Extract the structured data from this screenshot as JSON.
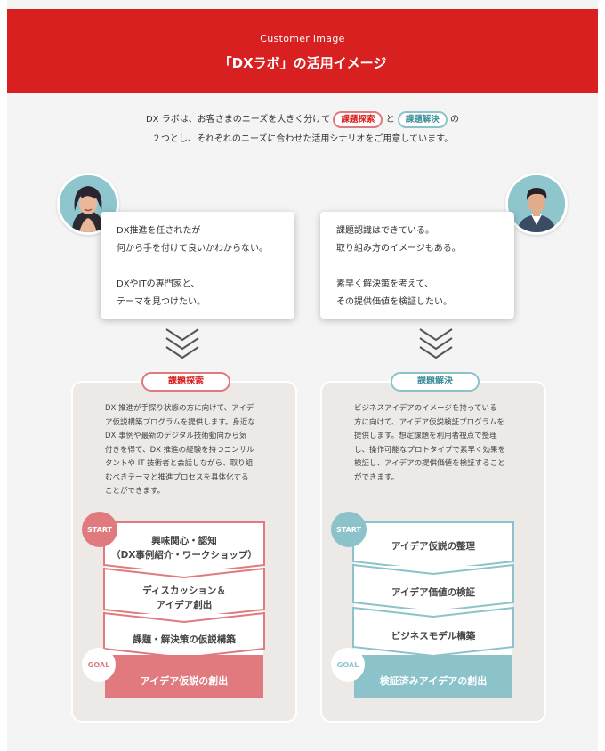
{
  "header": {
    "subtitle": "Customer image",
    "title": "「DXラボ」の活用イメージ"
  },
  "intro": {
    "line1_a": "DX ラボは、お客さまのニーズを大きく分けて",
    "pill1": "課題探索",
    "and": "と",
    "pill2": "課題解決",
    "line1_b": "の",
    "line2": "２つとし、それぞれのニーズに合わせた活用シナリオをご用意しています。"
  },
  "left": {
    "bubble": [
      "DX推進を任されたが",
      "何から手を付けて良いかわからない。",
      "DXやITの専門家と、",
      "テーマを見つけたい。"
    ],
    "tag": "課題探索",
    "desc": [
      "DX 推進が手探り状態の方に向けて、アイデ",
      "ア仮説構築プログラムを提供します。身近な",
      "DX 事例や最新のデジタル技術動向から気",
      "付きを得て、DX 推進の経験を持つコンサル",
      "タントや IT 技術者と会話しながら、取り組",
      "むべきテーマと推進プロセスを具体化する",
      "ことができます。"
    ],
    "start": "START",
    "steps": [
      {
        "l1": "興味関心・認知",
        "l2": "（DX事例紹介・ワークショップ）"
      },
      {
        "l1": "ディスカッション＆",
        "l2": "アイデア創出"
      },
      {
        "l1": "課題・解決策の仮説構築",
        "l2": ""
      }
    ],
    "goal_label": "GOAL",
    "goal": "アイデア仮説の創出"
  },
  "right": {
    "bubble": [
      "課題認識はできている。",
      "取り組み方のイメージもある。",
      "素早く解決策を考えて、",
      "その提供価値を検証したい。"
    ],
    "tag": "課題解決",
    "desc": [
      "ビジネスアイデアのイメージを持っている",
      "方に向けて、アイデア仮説検証プログラムを",
      "提供します。想定課題を利用者視点で整理",
      "し、操作可能なプロトタイプで素早く効果を",
      "検証し、アイデアの提供価値を検証すること",
      "ができます。"
    ],
    "start": "START",
    "steps": [
      {
        "l1": "アイデア仮説の整理",
        "l2": ""
      },
      {
        "l1": "アイデア価値の検証",
        "l2": ""
      },
      {
        "l1": "ビジネスモデル構築",
        "l2": ""
      }
    ],
    "goal_label": "GOAL",
    "goal": "検証済みアイデアの創出"
  },
  "colors": {
    "red": "#d7201f",
    "pink": "#e07a7f",
    "teal": "#8cc3cb",
    "card": "#ece9e7"
  }
}
